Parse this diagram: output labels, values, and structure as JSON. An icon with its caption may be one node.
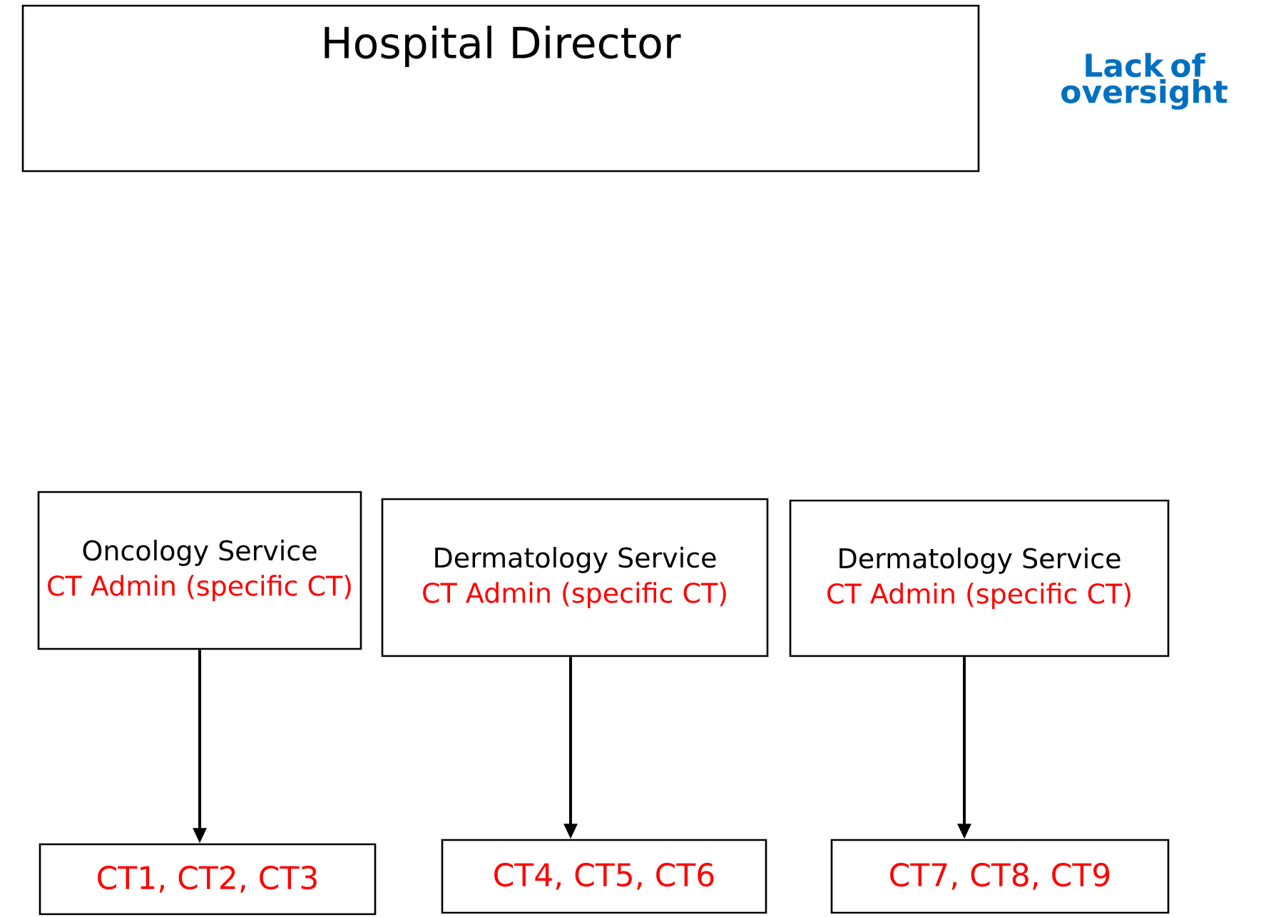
{
  "diagram": {
    "nodes": [
      {
        "text": [
          "Hospital Director"
        ]
      },
      {
        "text": [
          "Oncology Service",
          "CT Admin (specific CT)"
        ]
      },
      {
        "text": [
          "Dermatology Service",
          "CT Admin (specific CT)"
        ]
      },
      {
        "text": [
          "Dermatology Service",
          "CT Admin (specific CT)"
        ]
      },
      {
        "text": [
          "CT1, CT2, CT3"
        ]
      },
      {
        "text": [
          "CT4, CT5, CT6"
        ]
      },
      {
        "text": [
          "CT7, CT8, CT9"
        ]
      }
    ],
    "edges": [
      {
        "from": 1,
        "to": 4,
        "arrow": "to"
      },
      {
        "from": 2,
        "to": 5,
        "arrow": "to"
      },
      {
        "from": 3,
        "to": 6,
        "arrow": "to"
      }
    ],
    "labels": [
      "Lack of oversight"
    ]
  }
}
